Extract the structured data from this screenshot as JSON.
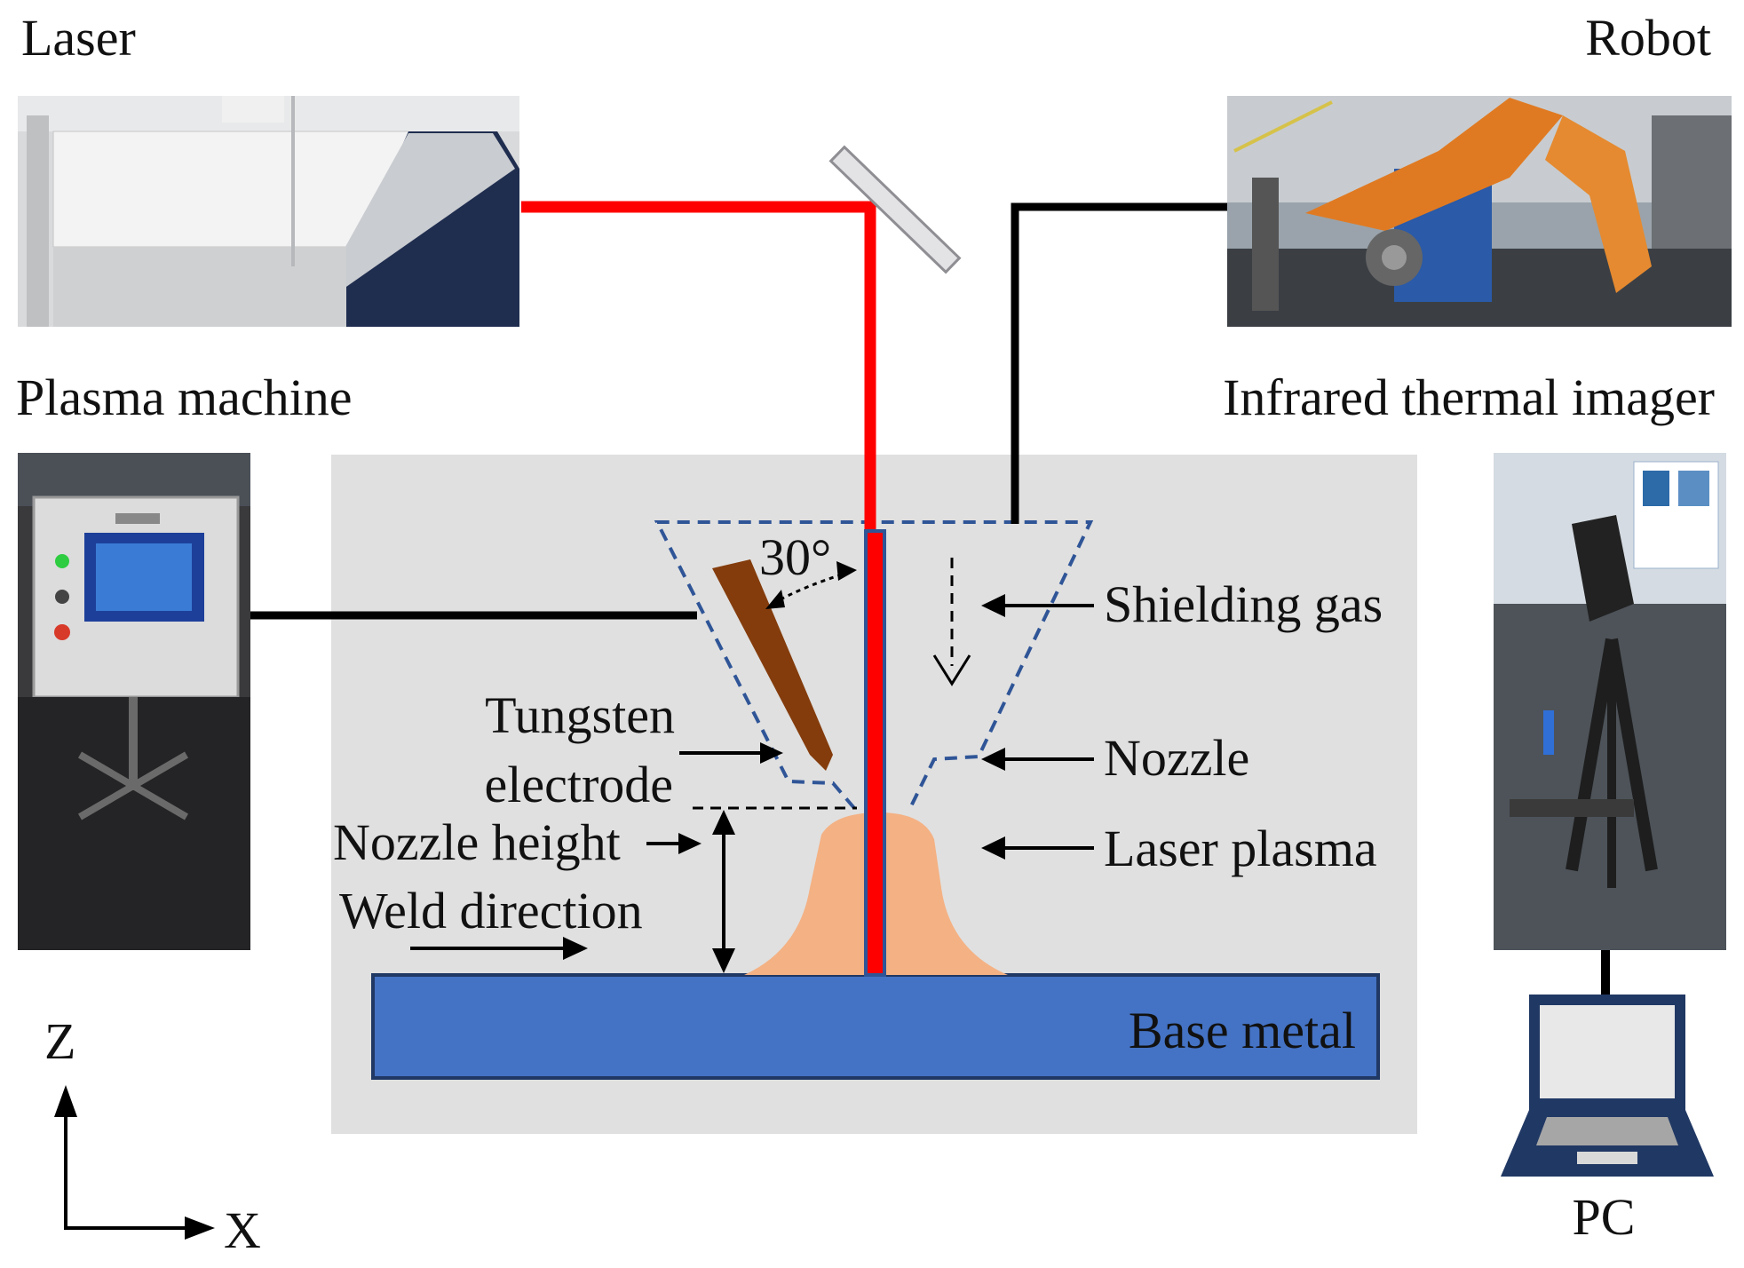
{
  "labels": {
    "laser": "Laser",
    "robot": "Robot",
    "plasma_machine": "Plasma machine",
    "infrared_thermal_imager": "Infrared thermal imager",
    "shielding_gas": "Shielding gas",
    "tungsten_line1": "Tungsten",
    "tungsten_line2": "electrode",
    "nozzle": "Nozzle",
    "nozzle_height": "Nozzle height",
    "laser_plasma": "Laser plasma",
    "weld_direction": "Weld direction",
    "base_metal": "Base metal",
    "angle": "30°",
    "axis_z": "Z",
    "axis_x": "X",
    "pc": "PC"
  },
  "colors": {
    "laser_beam": "#ff0000",
    "cable": "#000000",
    "panel_background": "#e0e0e0",
    "base_metal": "#4472c4",
    "laser_plasma": "#f4b183",
    "tungsten_electrode": "#843c0c",
    "nozzle_outline": "#2f5597",
    "pc_frame": "#203864"
  },
  "icons": {
    "laser_photo": "laser-machine-photo",
    "robot_photo": "welding-robot-photo",
    "plasma_photo": "plasma-machine-photo",
    "imager_photo": "infrared-camera-photo",
    "pc": "laptop-icon"
  }
}
